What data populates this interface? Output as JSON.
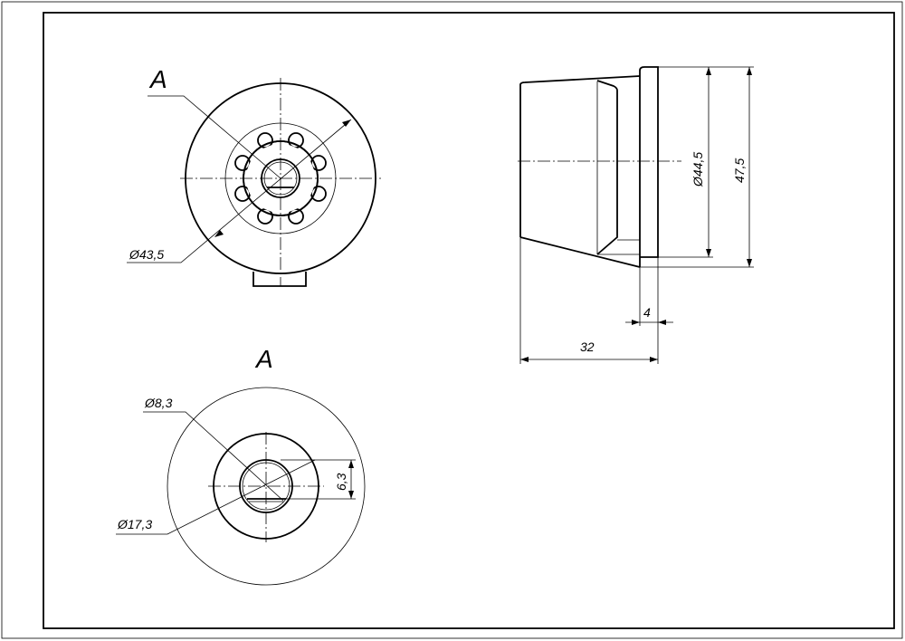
{
  "views": {
    "front_view": {
      "view_marker": "A",
      "dimensions": {
        "outer_diameter": "Ø43,5"
      }
    },
    "view_a": {
      "title": "A",
      "dimensions": {
        "hole_diameter": "Ø8,3",
        "boss_diameter": "Ø17,3",
        "flat_height": "6,3"
      }
    },
    "side_view": {
      "dimensions": {
        "flange_inner_diameter": "Ø44,5",
        "flange_height": "47,5",
        "flange_thickness": "4",
        "total_length": "32"
      }
    }
  }
}
